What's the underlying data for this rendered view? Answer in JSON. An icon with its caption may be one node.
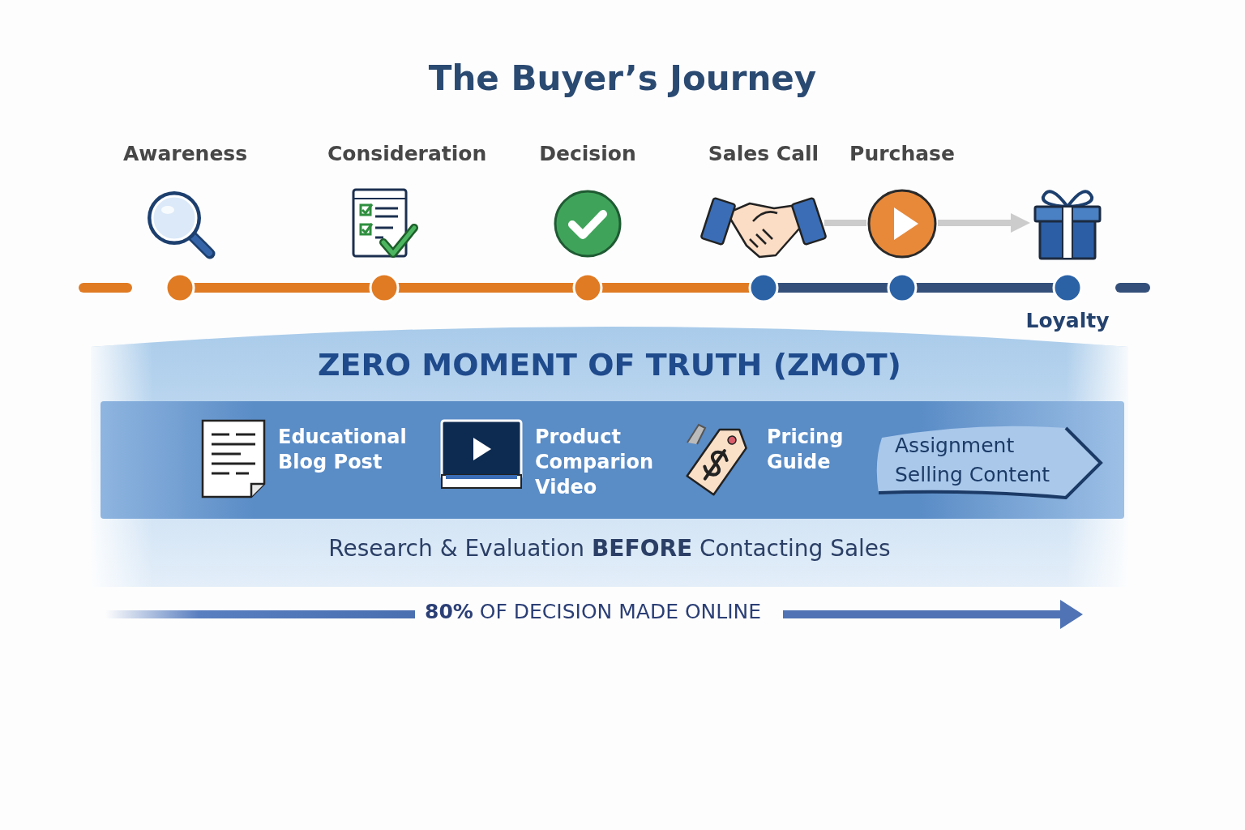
{
  "diagram": {
    "title": "The Buyer’s Journey",
    "nodes": [
      {
        "text": [
          "Awareness"
        ]
      },
      {
        "text": [
          "Consideration"
        ]
      },
      {
        "text": [
          "Decision"
        ]
      },
      {
        "text": [
          "Sales Call"
        ]
      },
      {
        "text": [
          "Purchase"
        ]
      },
      {
        "text": [
          "Loyalty"
        ]
      },
      {
        "text": [
          "ZERO MOMENT OF TRUTH (ZMOT)",
          "Research & Evaluation **BEFORE** Contacting Sales"
        ]
      },
      {
        "text": [
          "Educational Blog Post"
        ],
        "in": 6
      },
      {
        "text": [
          "Product Comparion Video"
        ],
        "in": 6
      },
      {
        "text": [
          "Pricing Guide"
        ],
        "in": 6
      },
      {
        "text": [
          "Assignment Selling Content"
        ],
        "in": 6
      }
    ],
    "edges": [
      {
        "from": 0,
        "to": 1,
        "arrow": "none",
        "color": "#e07b24"
      },
      {
        "from": 1,
        "to": 2,
        "arrow": "none",
        "color": "#e07b24"
      },
      {
        "from": 2,
        "to": 3,
        "arrow": "none",
        "color": "#e07b24"
      },
      {
        "from": 3,
        "to": 4,
        "arrow": "none",
        "color": "#34507a"
      },
      {
        "from": 4,
        "to": 5,
        "arrow": "none",
        "color": "#34507a"
      },
      {
        "from": 3,
        "to": 4,
        "arrow": "none",
        "color": "#cccccc"
      },
      {
        "from": 4,
        "to": 5,
        "arrow": "to",
        "color": "#cccccc"
      }
    ],
    "labels": [
      "**80%** OF DECISION MADE ONLINE"
    ]
  }
}
